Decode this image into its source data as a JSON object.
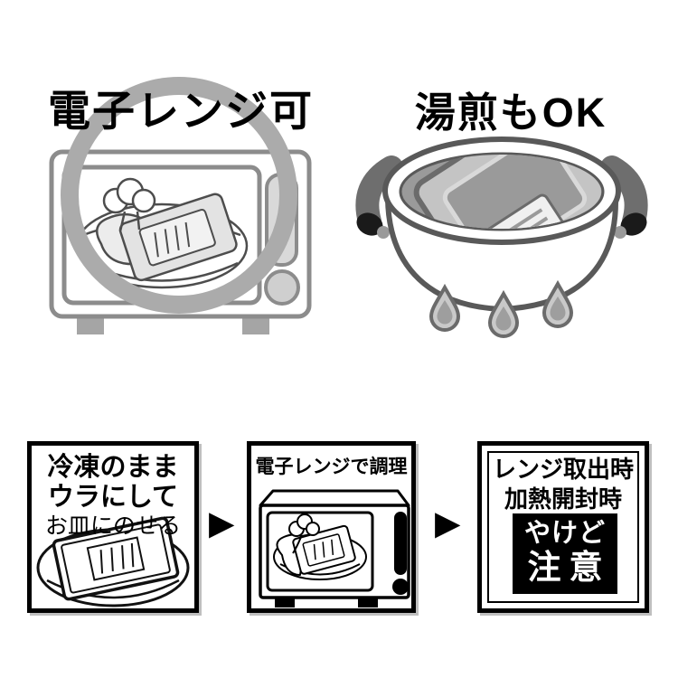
{
  "diagram": {
    "top_left": {
      "title": "電子レンジ可",
      "illustration": "microwave-oven-with-steaming-pouch-on-plate",
      "ok_ring_color": "#ababab"
    },
    "top_right": {
      "title": "湯煎もOK",
      "illustration": "pot-of-hot-water-with-pouch-and-flame-drops"
    },
    "steps": [
      {
        "lines": [
          "冷凍のまま",
          "ウラにして",
          "お皿にのせる"
        ],
        "illustration": "frozen-pouch-upside-down-on-plate"
      },
      {
        "lines": [
          "電子レンジで調理"
        ],
        "illustration": "microwave-oven-cooking-pouch"
      },
      {
        "lines": [
          "レンジ取出時",
          "加熱開封時"
        ],
        "warning_lines": [
          "やけど",
          "注意"
        ]
      }
    ],
    "arrow_glyph": "▶",
    "colors": {
      "ring_gray": "#ababab",
      "appliance_gray": "#8c8c8c",
      "dark_gray": "#595959",
      "water_gray": "#9a9a9a",
      "black": "#000000",
      "white": "#ffffff"
    }
  }
}
